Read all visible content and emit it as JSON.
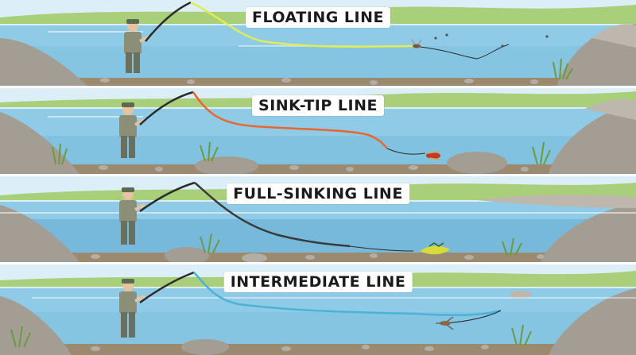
{
  "panels": [
    {
      "title": "FLOATING LINE",
      "line_color": "#e2ec55",
      "variant": "floating"
    },
    {
      "title": "SINK-TIP LINE",
      "line_color": "#e8672e",
      "variant": "sinktip"
    },
    {
      "title": "FULL-SINKING LINE",
      "line_color": "#3a3a3a",
      "variant": "fullsinking"
    },
    {
      "title": "INTERMEDIATE LINE",
      "line_color": "#4bb3d3",
      "variant": "intermediate"
    }
  ],
  "colors": {
    "sky": "#dceff8",
    "grass": "#a9cf7a",
    "water": "#8fcbe6",
    "water_deep": "#6fb3d6",
    "rock": "#a39d94",
    "rock_dark": "#7e786f",
    "bed": "#9c8a70"
  }
}
